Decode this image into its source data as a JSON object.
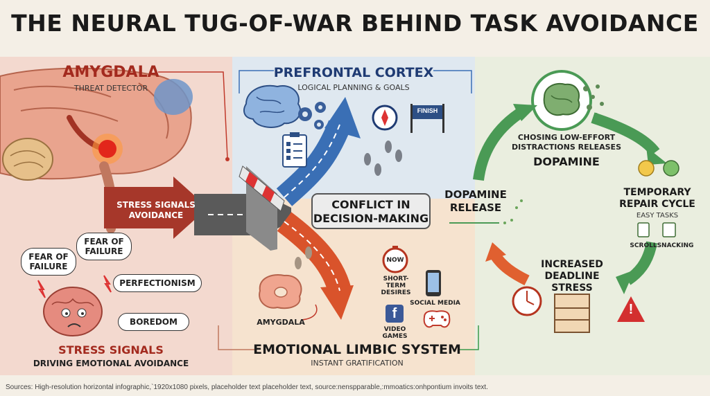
{
  "title": "THE NEURAL TUG-OF-WAR BEHIND TASK AVOIDANCE",
  "amygdala": {
    "title": "AMYGDALA",
    "subtitle": "THREAT DETECTOR"
  },
  "prefrontal": {
    "title": "PREFRONTAL CORTEX",
    "subtitle": "LOGICAL PLANNING & GOALS",
    "finish_label": "FINISH"
  },
  "stress_arrow": {
    "line1": "STRESS SIGNALS",
    "line2": "AVOIDANCE"
  },
  "conflict": {
    "line1": "CONFLICT IN",
    "line2": "DECISION-MAKING"
  },
  "bubbles": {
    "fear1": "FEAR OF\nFAILURE",
    "fear2": "FEAR OF\nFAILURE",
    "perfectionism": "PERFECTIONISM",
    "boredom": "BOREDOM"
  },
  "stress_caption": {
    "title": "STRESS SIGNALS",
    "subtitle": "DRIVING EMOTIONAL AVOIDANCE"
  },
  "limbic": {
    "title": "EMOTIONAL LIMBIC SYSTEM",
    "subtitle": "INSTANT GRATIFICATION",
    "amygdala_label": "AMYGDALA"
  },
  "distractions": {
    "now": "NOW",
    "short_term": "SHORT-TERM\nDESIRES",
    "social": "SOCIAL MEDIA",
    "games": "VIDEO GAMES",
    "facebook": "f"
  },
  "cycle": {
    "choosing": "CHOSING LOW-EFFORT\nDISTRACTIONS RELEASES",
    "dopamine": "DOPAMINE",
    "dopamine_release": "DOPAMINE\nRELEASE",
    "temporary": "TEMPORARY\nREPAIR CYCLE",
    "easy_tasks": "EASY TASKS",
    "scroll": "SCROLL",
    "snacking": "SNACKING",
    "increased": "INCREASED\nDEADLINE\nSTRESS",
    "warning": "!"
  },
  "footer": "Sources: High-resolution horizontal infographic,`1920x1080 pixels, placeholder text placeholder text, source:nenspparable,:mmoatics:onhpontium invoits text.",
  "colors": {
    "red": "#c0392b",
    "navy": "#1f3b73",
    "green": "#3a9a4a",
    "orange": "#e06030",
    "blue": "#3a6fb5"
  }
}
